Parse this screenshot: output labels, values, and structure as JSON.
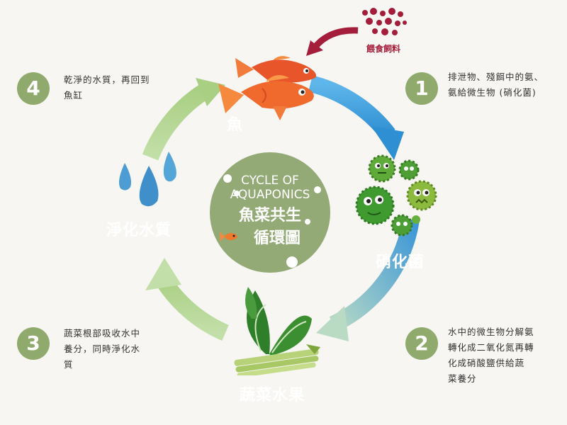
{
  "feed": {
    "label": "餵食飼料"
  },
  "center": {
    "title_en_line1": "CYCLE OF",
    "title_en_line2": "AQUAPONICS",
    "title_zh_line1": "魚菜共生",
    "title_zh_line2": "循環圖"
  },
  "stages": {
    "fish": "魚",
    "bacteria": "硝化菌",
    "vegetables": "蔬菜水果",
    "water": "淨化水質"
  },
  "steps": [
    {
      "number": "1",
      "line1": "排泄物、殘餌中的氨、",
      "line2": "氨給微生物 (硝化菌)"
    },
    {
      "number": "2",
      "line1": "水中的微生物分解氨",
      "line2": "轉化成二氧化氮再轉",
      "line3": "化成硝酸鹽供給蔬",
      "line4": "菜養分"
    },
    {
      "number": "3",
      "line1": "蔬菜根部吸收水中",
      "line2": "養分，同時淨化水",
      "line3": "質"
    },
    {
      "number": "4",
      "line1": "乾淨的水質，再回到",
      "line2": "魚缸"
    }
  ],
  "colors": {
    "accent_green": "#8faa6c",
    "center_green": "#93aa76",
    "feed_red": "#a41d3a",
    "fish_orange": "#f06a2c",
    "arrow_blue": "#4aa3dc",
    "arrow_light_green": "#b5d48d"
  }
}
